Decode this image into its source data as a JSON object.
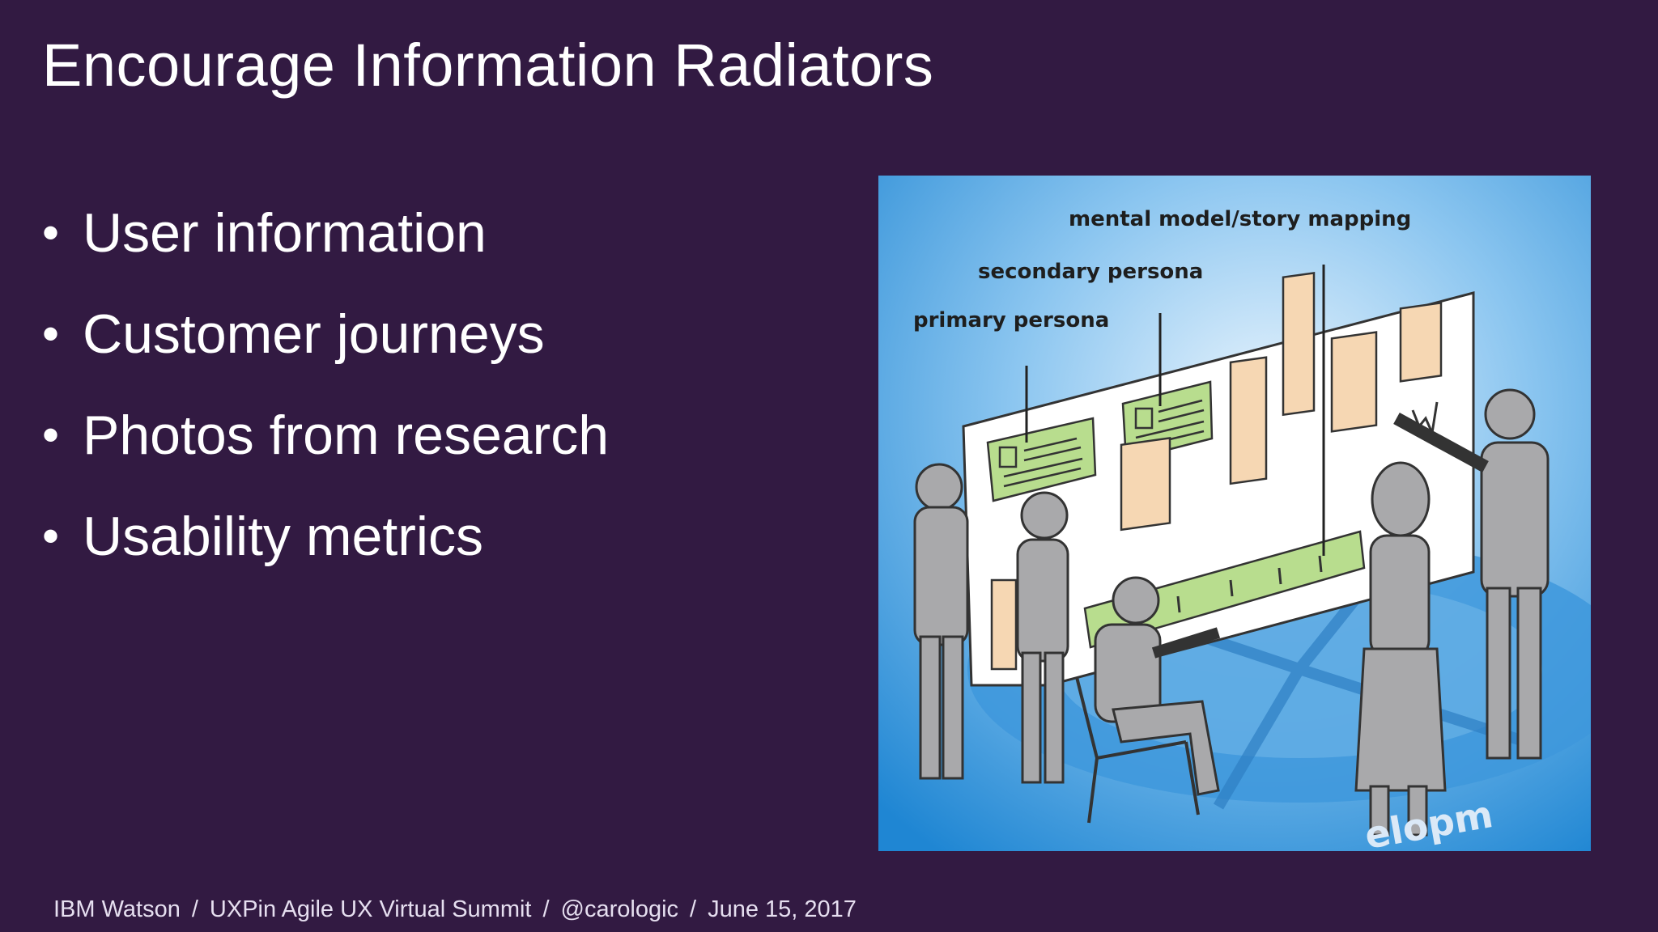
{
  "slide": {
    "title": "Encourage Information Radiators",
    "bullets": [
      "User information",
      "Customer journeys",
      "Photos from research",
      "Usability metrics"
    ]
  },
  "illustration": {
    "labels": {
      "mental_model": "mental model/story mapping",
      "secondary_persona": "secondary persona",
      "primary_persona": "primary persona",
      "corner_text": "elopm"
    }
  },
  "footer": {
    "items": [
      "IBM Watson",
      "UXPin Agile UX Virtual Summit",
      "@carologic",
      "June 15, 2017"
    ],
    "separator": "/"
  },
  "colors": {
    "background": "#321a42",
    "text": "#ffffff",
    "illustration_bg": "#2b8fd6",
    "note_green": "#b8dd8e",
    "note_peach": "#f6d7b3"
  }
}
